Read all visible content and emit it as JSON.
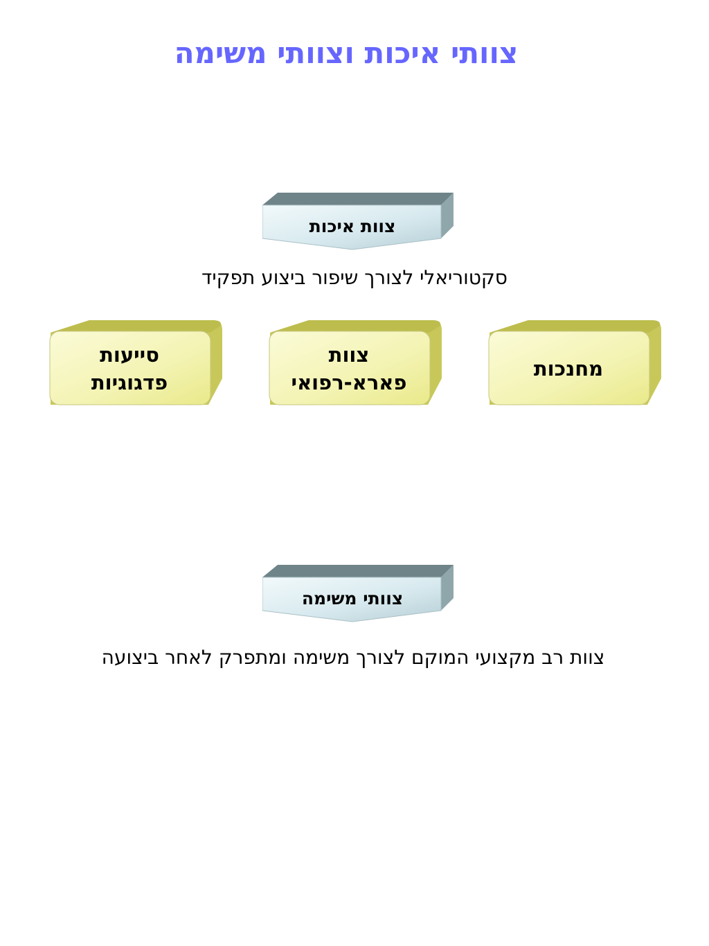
{
  "title": "צוותי איכות וצוותי משימה",
  "quality_team": {
    "label": "צוות איכות",
    "description": "סקטוריאלי לצורך שיפור ביצוע תפקיד",
    "members": [
      {
        "label_line1": "מחנכות",
        "label_line2": ""
      },
      {
        "label_line1": "צוות",
        "label_line2": "פארא-רפואי"
      },
      {
        "label_line1": "סייעות",
        "label_line2": "פדגוגיות"
      }
    ]
  },
  "task_team": {
    "label": "צוותי משימה",
    "description": "צוות רב מקצועי המוקם לצורך משימה ומתפרק לאחר ביצועה"
  },
  "colors": {
    "title": "#6666ff",
    "header_face": "#dfeef2",
    "header_top": "#6f8488",
    "box_face": "#f4f4b4",
    "box_side": "#c8c85a"
  }
}
